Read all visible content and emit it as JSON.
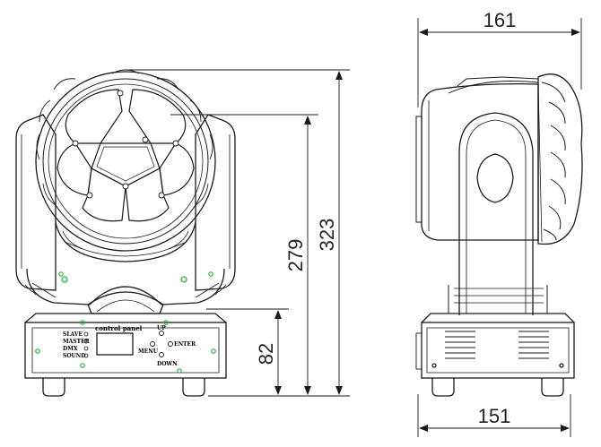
{
  "dimensions": {
    "width_top": "161",
    "width_bottom": "151",
    "height_total": "323",
    "height_head": "279",
    "height_base": "82"
  },
  "control_panel": {
    "title": "control panel",
    "labels": [
      "SLAVE",
      "MASTER",
      "DMX",
      "SOUND"
    ],
    "buttons": [
      "UP",
      "MENU",
      "ENTER",
      "DOWN"
    ]
  },
  "colors": {
    "line": "#1a1a1a",
    "led_green": "#2db34a"
  }
}
